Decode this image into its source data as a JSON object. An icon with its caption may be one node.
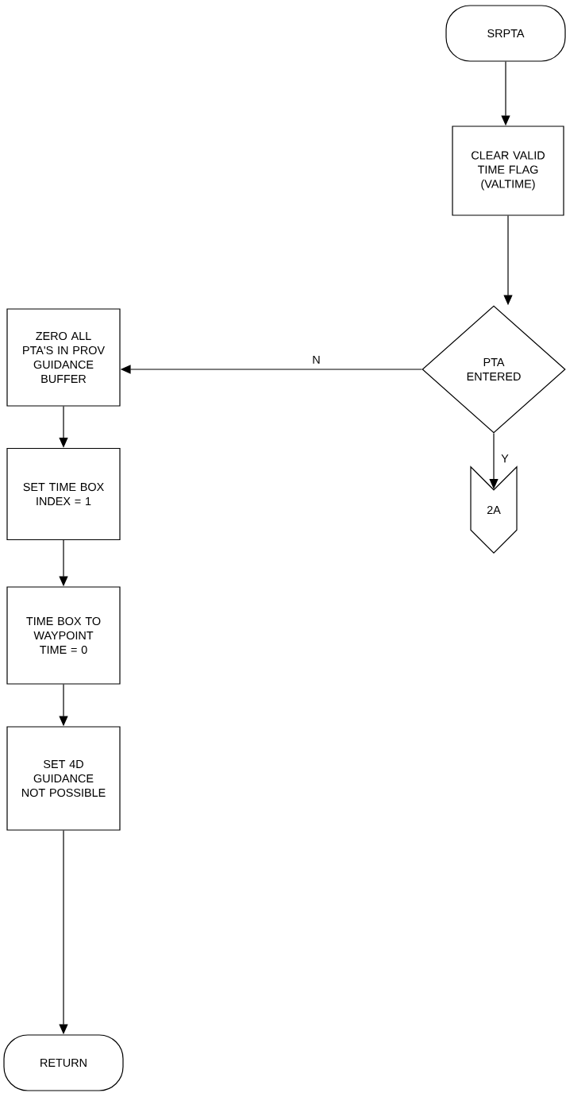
{
  "diagram": {
    "nodes": [
      {
        "text": [
          "SRPTA"
        ]
      },
      {
        "text": [
          "CLEAR VALID TIME FLAG (VALTIME)"
        ]
      },
      {
        "text": [
          "PTA ENTERED"
        ]
      },
      {
        "text": [
          "ZERO ALL PTA'S IN PROV GUIDANCE BUFFER"
        ]
      },
      {
        "text": [
          "SET TIME BOX INDEX = 1"
        ]
      },
      {
        "text": [
          "TIME BOX TO WAYPOINT TIME = 0"
        ]
      },
      {
        "text": [
          "SET 4D GUIDANCE NOT POSSIBLE"
        ]
      },
      {
        "text": [
          "RETURN"
        ]
      },
      {
        "text": [
          "2A"
        ]
      }
    ],
    "edges": [
      {
        "from": 0,
        "to": 1,
        "arrow": "to"
      },
      {
        "from": 1,
        "to": 2,
        "arrow": "to"
      },
      {
        "from": 2,
        "to": 3,
        "arrow": "to",
        "label": "N"
      },
      {
        "from": 2,
        "to": 8,
        "arrow": "to",
        "label": "Y"
      },
      {
        "from": 3,
        "to": 4,
        "arrow": "to"
      },
      {
        "from": 4,
        "to": 5,
        "arrow": "to"
      },
      {
        "from": 5,
        "to": 6,
        "arrow": "to"
      },
      {
        "from": 6,
        "to": 7,
        "arrow": "to"
      }
    ]
  }
}
